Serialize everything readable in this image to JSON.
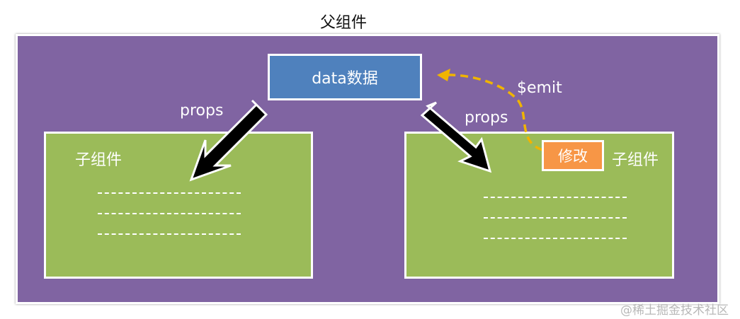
{
  "diagram": {
    "parent_label": "父组件",
    "data_label": "data数据",
    "props_left": "props",
    "props_right": "props",
    "emit_label": "$emit",
    "modify_button": "修改",
    "child_left_label": "子组件",
    "child_right_label": "子组件",
    "watermark": "@稀土掘金技术社区"
  },
  "colors": {
    "parent_bg": "#8064a2",
    "data_bg": "#4f81bd",
    "child_bg": "#9bbb59",
    "modify_bg": "#f79646",
    "emit_arrow": "#f0b400"
  }
}
